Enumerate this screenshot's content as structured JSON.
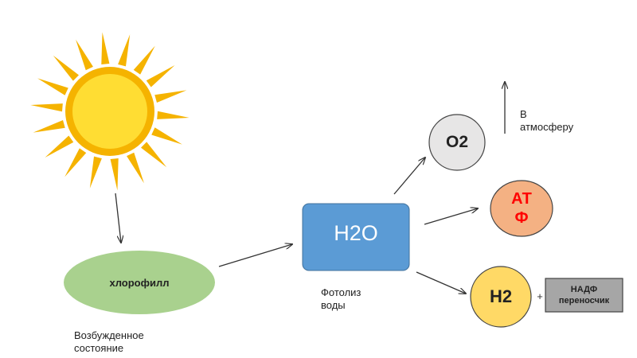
{
  "chlorophyll": {
    "label": "хлорофилл",
    "caption": "Возбужденное\nсостояние",
    "color": "#a9d18e"
  },
  "water": {
    "label": "H2O",
    "caption": "Фотолиз\nводы",
    "color": "#5b9bd5"
  },
  "oxygen": {
    "label": "O2",
    "caption": "В\nатмосферу",
    "color": "#e7e6e6"
  },
  "atp": {
    "label": "АТ\nФ",
    "color": "#f4b183",
    "text_color": "#ff0000"
  },
  "hydrogen": {
    "label": "H2",
    "color": "#ffd966"
  },
  "plus": "+",
  "carrier": {
    "label": "НАДФ\nпереносчик",
    "color": "#a6a6a6"
  },
  "sun": {
    "core_color": "#ffdd33",
    "ray_color": "#f5b300"
  }
}
